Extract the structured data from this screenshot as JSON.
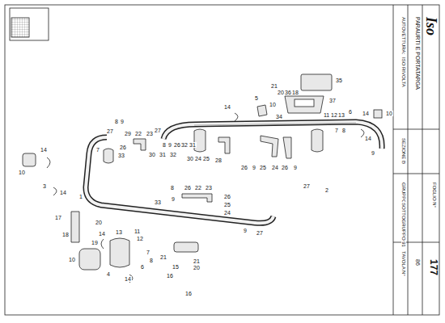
{
  "diagram": {
    "labels": [
      "Iso",
      "AUTOVETTURA:",
      "ISO RIVOLTA",
      "PARAURTI E PORTATARGA",
      "SEZIONE B",
      "GRUPPO B9",
      "SOTTOGRUPPO 91",
      "TAVOLA N°",
      "86",
      "FOGLIO N°",
      "177",
      "35",
      "21",
      "20",
      "36",
      "18",
      "37",
      "5",
      "10",
      "14",
      "34",
      "11",
      "12",
      "13",
      "6",
      "7",
      "8",
      "14",
      "10",
      "14",
      "9",
      "27",
      "8",
      "9",
      "26",
      "32",
      "31",
      "30",
      "24",
      "25",
      "28",
      "26",
      "9",
      "25",
      "24",
      "26",
      "9",
      "27",
      "2",
      "8",
      "9",
      "27",
      "29",
      "22",
      "23",
      "7",
      "26",
      "33",
      "30",
      "31",
      "32",
      "14",
      "10",
      "3",
      "14",
      "1",
      "8",
      "26",
      "22",
      "23",
      "9",
      "33",
      "26",
      "25",
      "24",
      "9",
      "27",
      "17",
      "18",
      "19",
      "20",
      "14",
      "13",
      "11",
      "12",
      "10",
      "4",
      "14",
      "7",
      "8",
      "6",
      "21",
      "15",
      "21",
      "20",
      "16",
      "16"
    ]
  }
}
